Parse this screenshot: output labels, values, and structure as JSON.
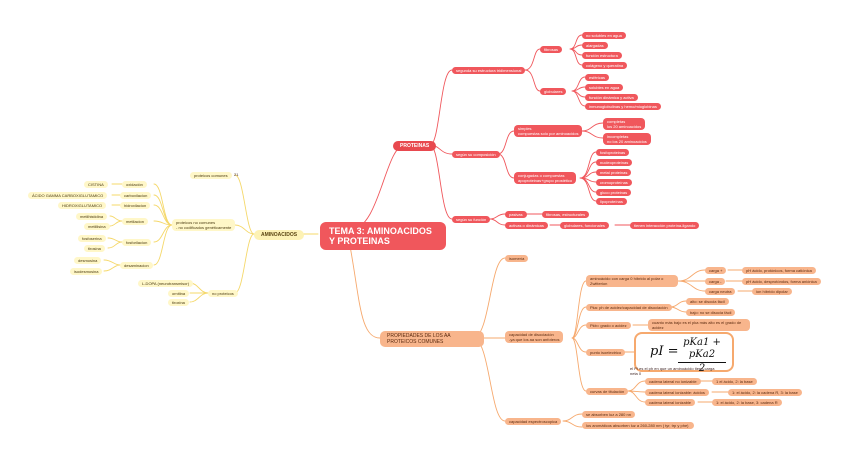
{
  "central": "TEMA 3: AMINOACIDOS Y PROTEINAS",
  "proteinas": {
    "label": "PROTEINAS",
    "estructura": {
      "label": "segunda su estructura tridimensional",
      "fibrosas": {
        "label": "fibrosas",
        "items": [
          "no solubles en agua",
          "alargadas",
          "función estructura",
          "colágeno y queratina"
        ]
      },
      "globulares": {
        "label": "globulares",
        "items": [
          "esféricas",
          "solubles en agua",
          "función dinámica y activa",
          "inmunoglobulinas y hemo/mioglobinas"
        ]
      }
    },
    "composicion": {
      "label": "según su composición",
      "simples": {
        "label": "simples\ncompuestas solo por aminoacidos",
        "items": [
          "completas\nlos 20 aminoacidos",
          "incompletas\nno los 20 aminoacidos"
        ]
      },
      "conjugadas": {
        "label": "conjugadas o compuestas\napoproteinas+grupo prostético",
        "items": [
          "fosfoproteinas",
          "nucleoproteinas",
          "metal proteinas",
          "cromoproteínas",
          "gluco proteinas",
          "lipoproteínas"
        ]
      }
    },
    "funcion": {
      "label": "según su función",
      "pasivas": {
        "label": "pasivas",
        "detail": "fibrosas, estructurales"
      },
      "activas": {
        "label": "activas o dinámicas",
        "detail": "globulares, funcionales",
        "extra": "tienen interacción proteína-ligando"
      }
    }
  },
  "aminoacidos": {
    "label": "AMINOACIDOS",
    "comunes": {
      "label": "proteicos comunes",
      "count": "21"
    },
    "no_comunes": {
      "label": "proteicos no comunes\n- no codificados genéticamente",
      "oxidacion": {
        "label": "oxidación",
        "items": [
          "CISTINA"
        ]
      },
      "carboxilacion": {
        "label": "carboxilacion",
        "items": [
          "ÁCIDO GAMMA CARBOXIGLUTAMICO"
        ]
      },
      "hidroxilacion": {
        "label": "hidroxilacion",
        "items": [
          "HIDROXIGLUTAMICO"
        ]
      },
      "metilacion": {
        "label": "metilacion",
        "items": [
          "metilhistidina",
          "metillisina"
        ]
      },
      "fosforilacion": {
        "label": "fosforilacion",
        "items": [
          "fosfoserina",
          "tirosina"
        ]
      },
      "desaminacion": {
        "label": "desaminacion",
        "items": [
          "desmosina",
          "isodesmosina"
        ]
      }
    },
    "no_proteicos": {
      "label": "no proteicos",
      "items": [
        "L-DOPA (neurotransmisor)",
        "ornitina",
        "tiroxina"
      ]
    }
  },
  "propiedades": {
    "label": "PROPIEDADES DE LOS AA PROTEICOS COMUNES",
    "isomeria": "isomería",
    "disociacion": {
      "label": "capacidad de disociación\n-ya que los aa son anfoteros",
      "zwitterion": "aminoácido con carga 0 híbrido al polar o Zwitterion",
      "cargas": [
        {
          "label": "carga +",
          "detail": "pH ácido, protónicos, forma catiónica"
        },
        {
          "label": "carga -",
          "detail": "pH ácido, desprotóndos, forma aniónica"
        },
        {
          "label": "carga neutra",
          "detail": "ion híbrido dipolar"
        }
      ],
      "pka": {
        "label": "Pka: ph de acidez/capacidad de disociación",
        "items": [
          "alto: se disocia fácil",
          "bajo: no se disocia fácil"
        ]
      },
      "pkb": {
        "label": "Pkb= grado o acidez",
        "detail": "cuanto más bajo es el pka más alto es el grado de acidez"
      },
      "isoelectrico": {
        "label": "punto isoelectrico",
        "note": "el PI es el ph en que un aminoácido tiene carga neta 0",
        "formula": {
          "lhs": "pI =",
          "num": "pKa1 + pKa2",
          "den": "2"
        }
      },
      "titulacion": {
        "label": "curvas de titulación",
        "items": [
          {
            "label": "cadena lateral no ionizable",
            "detail": "1 el ácido, 2: la base"
          },
          {
            "label": "cadena lateral ionizable: ácidos",
            "detail": "1: el ácido, 2: la cadena R, 3: la base"
          },
          {
            "label": "cadena lateral ionizable",
            "detail": "1: el ácido, 2: la base, 3: cadena R"
          }
        ]
      }
    },
    "espectroscopica": {
      "label": "capacidad espectroscopica",
      "items": [
        "se absorben luz a 280 nn",
        "los aromáticos absorben luz a 260-280 nm ( tyr, trp y phe)"
      ]
    }
  },
  "colors": {
    "red": "#f0575c",
    "pink": "#fbd5d6",
    "peach": "#f8b58c",
    "yellow": "#fff7c8"
  }
}
